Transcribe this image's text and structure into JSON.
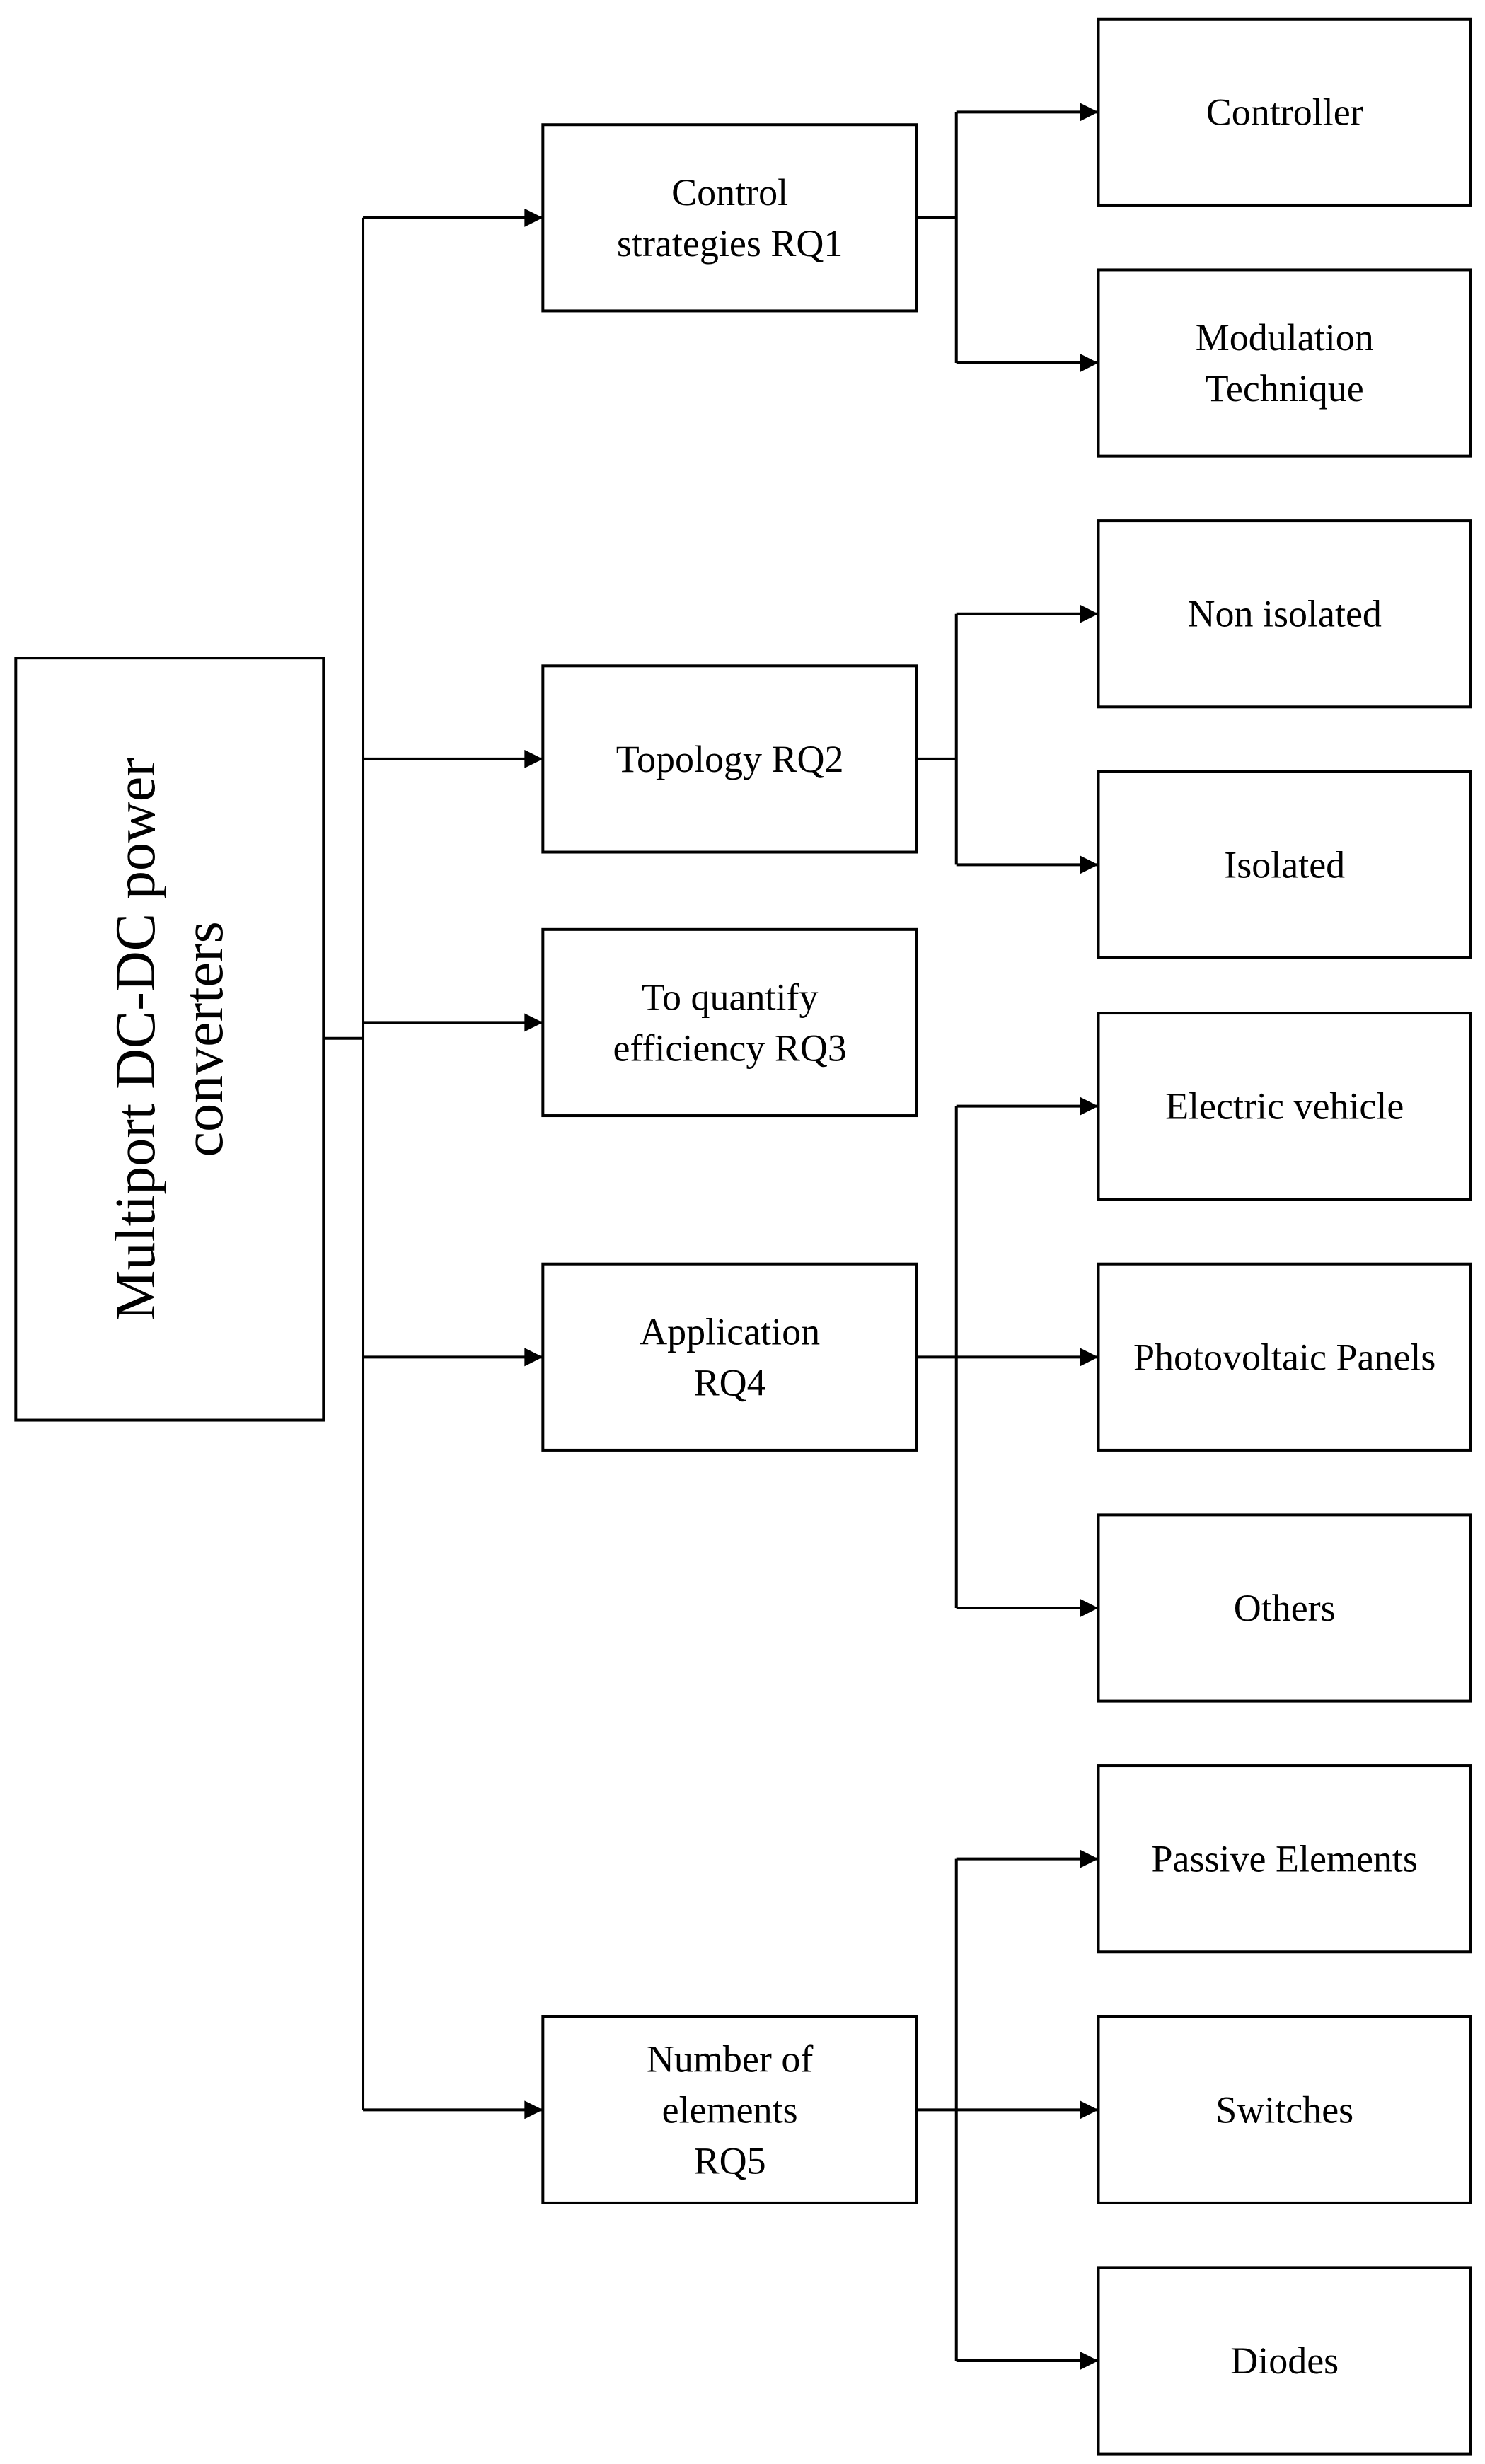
{
  "root": {
    "lines": [
      "Multiport DC-DC power",
      "converters"
    ]
  },
  "questions": [
    {
      "id": "rq1",
      "lines": [
        "Control",
        "strategies RQ1"
      ],
      "children": [
        {
          "id": "controller",
          "lines": [
            "Controller"
          ]
        },
        {
          "id": "modulation-technique",
          "lines": [
            "Modulation",
            "Technique"
          ]
        }
      ]
    },
    {
      "id": "rq2",
      "lines": [
        "Topology  RQ2"
      ],
      "children": [
        {
          "id": "non-isolated",
          "lines": [
            "Non isolated"
          ]
        },
        {
          "id": "isolated",
          "lines": [
            "Isolated"
          ]
        }
      ]
    },
    {
      "id": "rq3",
      "lines": [
        "To quantify",
        "efficiency RQ3"
      ],
      "children": []
    },
    {
      "id": "rq4",
      "lines": [
        "Application",
        "RQ4"
      ],
      "children": [
        {
          "id": "electric-vehicle",
          "lines": [
            "Electric vehicle"
          ]
        },
        {
          "id": "photovoltaic-panels",
          "lines": [
            "Photovoltaic Panels"
          ]
        },
        {
          "id": "others",
          "lines": [
            "Others"
          ]
        }
      ]
    },
    {
      "id": "rq5",
      "lines": [
        "Number of",
        "elements",
        "RQ5"
      ],
      "children": [
        {
          "id": "passive-elements",
          "lines": [
            "Passive Elements"
          ]
        },
        {
          "id": "switches",
          "lines": [
            "Switches"
          ]
        },
        {
          "id": "diodes",
          "lines": [
            "Diodes"
          ]
        }
      ]
    }
  ]
}
